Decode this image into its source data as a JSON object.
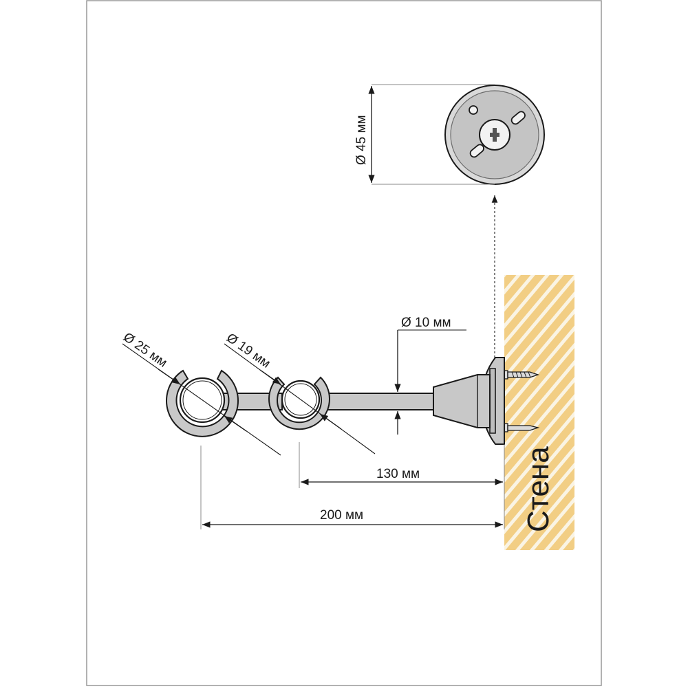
{
  "diagram": {
    "wall_label": "Стена",
    "dimensions": {
      "base_diameter": "Ø 45 мм",
      "outer_ring_diameter": "Ø 25 мм",
      "inner_ring_diameter": "Ø 19 мм",
      "rod_diameter": "Ø 10 мм",
      "inner_distance": "130 мм",
      "outer_distance": "200 мм"
    },
    "colors": {
      "wall_fill": "#F2CE84",
      "wall_hatch": "#FAF4E4",
      "metal_fill": "#C8C8C8",
      "metal_light": "#E6E6E6",
      "outline": "#1a1a1a",
      "frame": "#999999"
    }
  }
}
